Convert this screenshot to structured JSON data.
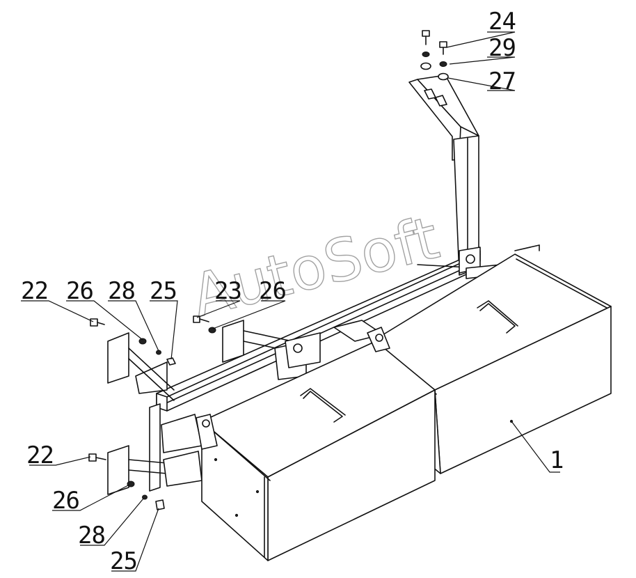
{
  "watermark": "AutoSoft",
  "callouts": {
    "c24": "24",
    "c29": "29",
    "c27": "27",
    "c22a": "22",
    "c26a": "26",
    "c28a": "28",
    "c25a": "25",
    "c23": "23",
    "c26b": "26",
    "c22b": "22",
    "c26c": "26",
    "c28b": "28",
    "c25b": "25",
    "c1": "1"
  },
  "colors": {
    "line": "#111111",
    "background": "#ffffff"
  }
}
